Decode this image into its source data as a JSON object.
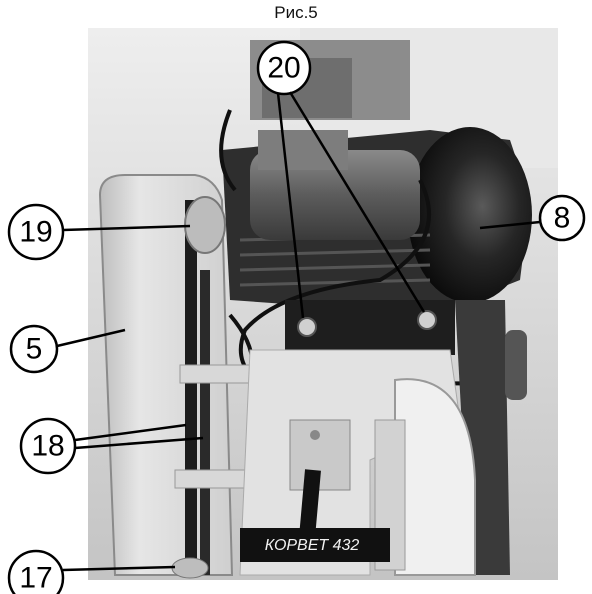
{
  "figure": {
    "caption": "Рис.5",
    "callouts": [
      {
        "id": "20",
        "label": "20"
      },
      {
        "id": "8",
        "label": "8"
      },
      {
        "id": "19",
        "label": "19"
      },
      {
        "id": "5",
        "label": "5"
      },
      {
        "id": "18",
        "label": "18"
      },
      {
        "id": "17",
        "label": "17"
      }
    ],
    "brand_text": "КОРВЕТ 432"
  }
}
